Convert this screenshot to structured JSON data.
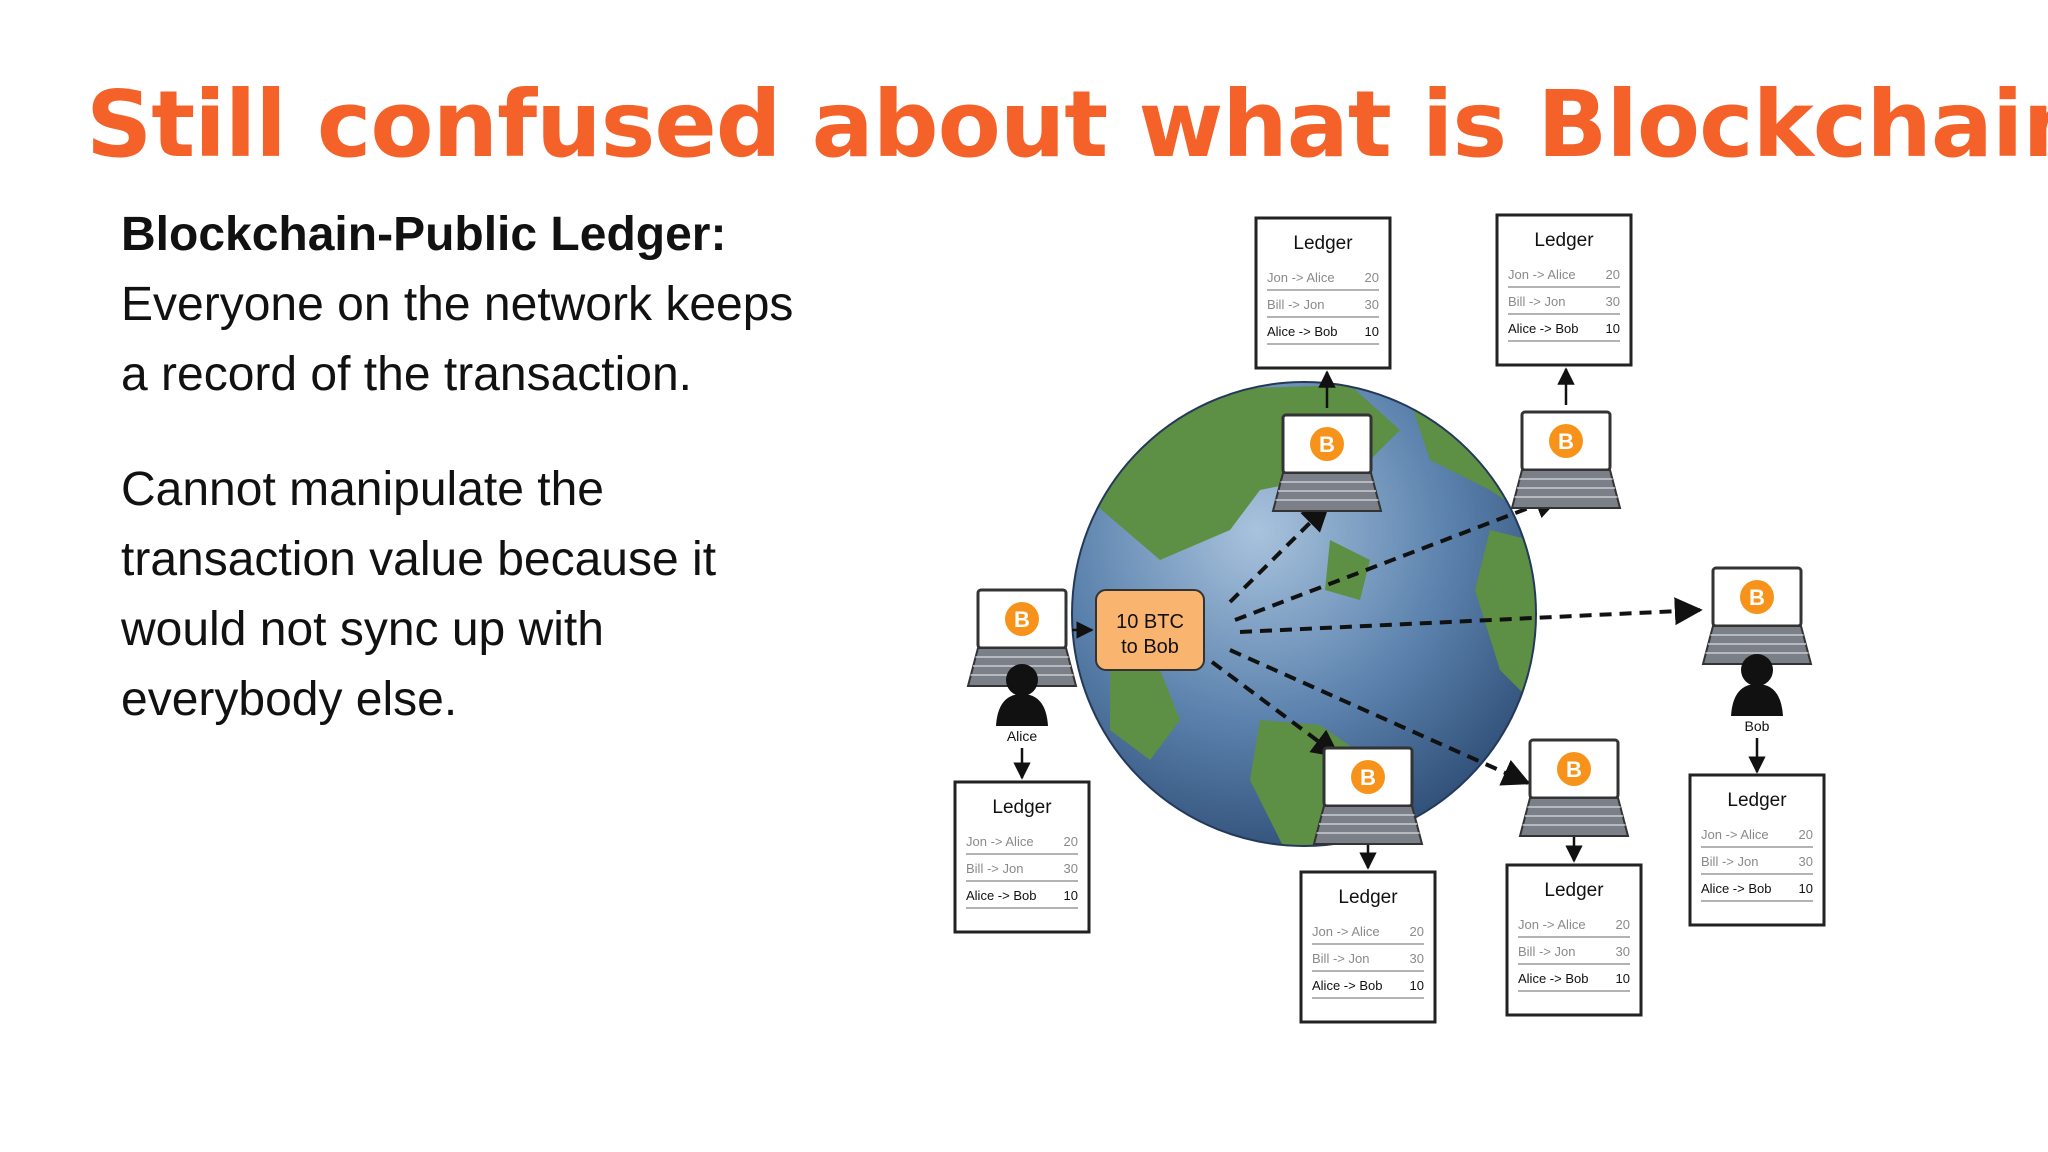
{
  "title": "Still confused about what is Blockchain?",
  "paragraph1": {
    "heading": "Blockchain-Public Ledger:",
    "line1": "Everyone on the network keeps",
    "line2": "a record of the transaction."
  },
  "paragraph2": {
    "lines": [
      "Cannot manipulate the",
      "transaction value because it",
      "would not sync up with",
      "everybody else."
    ]
  },
  "diagram": {
    "transaction_box": [
      "10 BTC",
      "to Bob"
    ],
    "bitcoin_symbol": "B",
    "people": {
      "sender": "Alice",
      "receiver": "Bob"
    },
    "ledger": {
      "title": "Ledger",
      "rows": [
        {
          "from_to": "Jon -> Alice",
          "amount": "20"
        },
        {
          "from_to": "Bill -> Jon",
          "amount": "30"
        },
        {
          "from_to": "Alice -> Bob",
          "amount": "10"
        }
      ]
    },
    "colors": {
      "bitcoin": "#f7931a",
      "transaction_box": "#f9b46f",
      "ocean": "#4f7aa8",
      "land": "#5d8f45",
      "title": "#f4622a"
    },
    "icons": [
      "laptop-icon",
      "bitcoin-icon",
      "person-icon",
      "globe-icon",
      "arrow-icon"
    ]
  }
}
